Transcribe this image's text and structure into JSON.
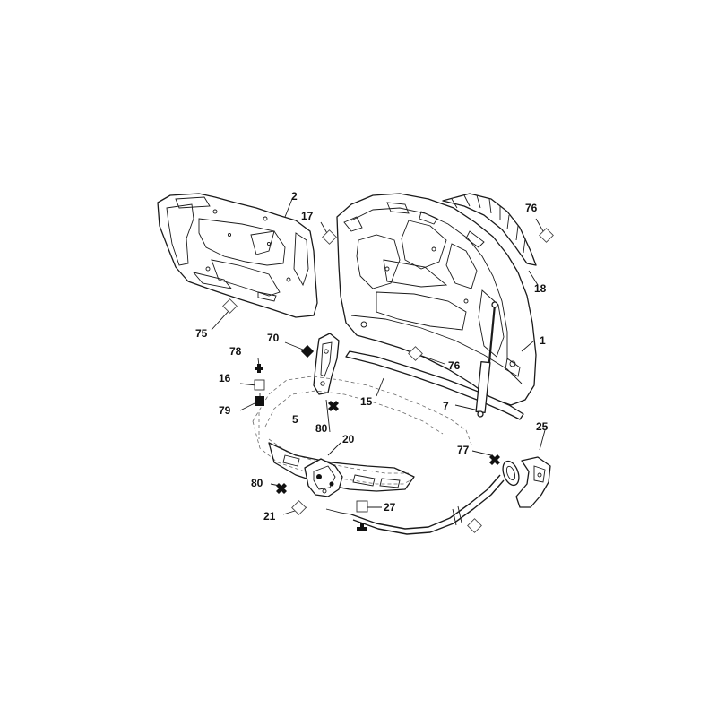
{
  "diagram": {
    "callouts": [
      {
        "key": "c1",
        "label": "1"
      },
      {
        "key": "c2",
        "label": "2"
      },
      {
        "key": "c5",
        "label": "5"
      },
      {
        "key": "c7",
        "label": "7"
      },
      {
        "key": "c15",
        "label": "15"
      },
      {
        "key": "c16",
        "label": "16"
      },
      {
        "key": "c17",
        "label": "17"
      },
      {
        "key": "c18",
        "label": "18"
      },
      {
        "key": "c20",
        "label": "20"
      },
      {
        "key": "c21",
        "label": "21"
      },
      {
        "key": "c25",
        "label": "25"
      },
      {
        "key": "c27",
        "label": "27"
      },
      {
        "key": "c70",
        "label": "70"
      },
      {
        "key": "c75",
        "label": "75"
      },
      {
        "key": "c76a",
        "label": "76"
      },
      {
        "key": "c76b",
        "label": "76"
      },
      {
        "key": "c77",
        "label": "77"
      },
      {
        "key": "c78",
        "label": "78"
      },
      {
        "key": "c79",
        "label": "79"
      },
      {
        "key": "c80a",
        "label": "80"
      },
      {
        "key": "c80b",
        "label": "80"
      }
    ]
  }
}
